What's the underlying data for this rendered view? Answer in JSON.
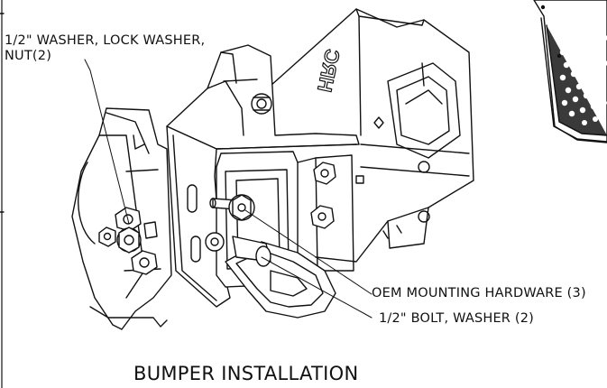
{
  "callouts": {
    "washer_lock_nut_line1": "1/2\" WASHER, LOCK WASHER,",
    "washer_lock_nut_line2": "NUT(2)",
    "oem_hardware": "OEM MOUNTING HARDWARE (3)",
    "bolt_washer": "1/2\" BOLT, WASHER (2)"
  },
  "caption": "BUMPER INSTALLATION",
  "part_stamp": "HRC"
}
